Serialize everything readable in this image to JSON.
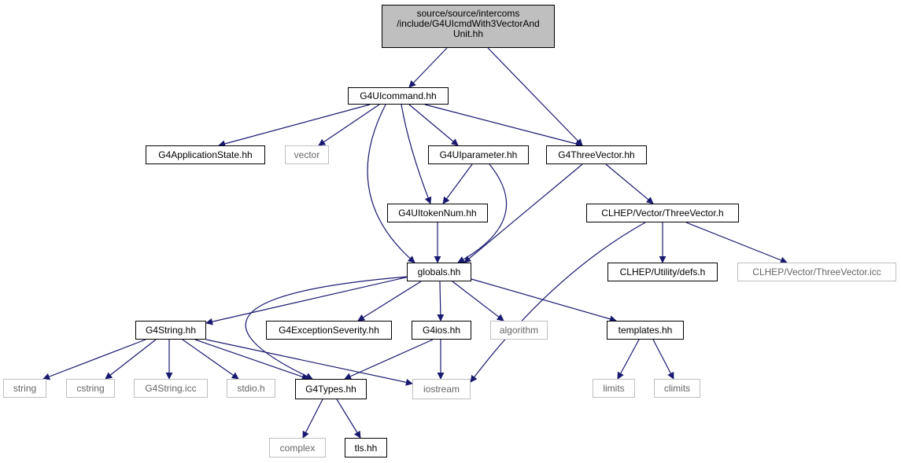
{
  "colors": {
    "edge": "#191970",
    "root_fill": "#bfbfbf",
    "external_border": "#bfbfbf",
    "external_text": "#666666"
  },
  "nodes": {
    "root": {
      "lines": [
        "source/source/intercoms",
        "/include/G4UIcmdWith3VectorAnd",
        "Unit.hh"
      ]
    },
    "g4uicommand": {
      "label": "G4UIcommand.hh"
    },
    "g4applicationstate": {
      "label": "G4ApplicationState.hh"
    },
    "vector": {
      "label": "vector"
    },
    "g4uiparameter": {
      "label": "G4UIparameter.hh"
    },
    "g4threevector": {
      "label": "G4ThreeVector.hh"
    },
    "g4uitokennum": {
      "label": "G4UItokenNum.hh"
    },
    "clhep_threevector": {
      "label": "CLHEP/Vector/ThreeVector.h"
    },
    "globals": {
      "label": "globals.hh"
    },
    "clhep_defs": {
      "label": "CLHEP/Utility/defs.h"
    },
    "clhep_threevector_icc": {
      "label": "CLHEP/Vector/ThreeVector.icc"
    },
    "g4string": {
      "label": "G4String.hh"
    },
    "g4exceptionseverity": {
      "label": "G4ExceptionSeverity.hh"
    },
    "g4ios": {
      "label": "G4ios.hh"
    },
    "algorithm": {
      "label": "algorithm"
    },
    "templates": {
      "label": "templates.hh"
    },
    "string": {
      "label": "string"
    },
    "cstring": {
      "label": "cstring"
    },
    "g4string_icc": {
      "label": "G4String.icc"
    },
    "stdio": {
      "label": "stdio.h"
    },
    "g4types": {
      "label": "G4Types.hh"
    },
    "iostream": {
      "label": "iostream"
    },
    "limits": {
      "label": "limits"
    },
    "climits": {
      "label": "climits"
    },
    "complex": {
      "label": "complex"
    },
    "tls": {
      "label": "tls.hh"
    }
  },
  "edges": [
    [
      "root",
      "g4uicommand"
    ],
    [
      "root",
      "g4threevector"
    ],
    [
      "g4uicommand",
      "g4applicationstate"
    ],
    [
      "g4uicommand",
      "vector"
    ],
    [
      "g4uicommand",
      "g4uiparameter"
    ],
    [
      "g4uicommand",
      "g4threevector"
    ],
    [
      "g4uicommand",
      "g4uitokennum"
    ],
    [
      "g4uicommand",
      "globals"
    ],
    [
      "g4uiparameter",
      "g4uitokennum"
    ],
    [
      "g4uiparameter",
      "globals"
    ],
    [
      "g4threevector",
      "clhep_threevector"
    ],
    [
      "g4threevector",
      "globals"
    ],
    [
      "g4uitokennum",
      "globals"
    ],
    [
      "clhep_threevector",
      "clhep_defs"
    ],
    [
      "clhep_threevector",
      "clhep_threevector_icc"
    ],
    [
      "clhep_threevector",
      "iostream"
    ],
    [
      "globals",
      "g4string"
    ],
    [
      "globals",
      "g4exceptionseverity"
    ],
    [
      "globals",
      "g4ios"
    ],
    [
      "globals",
      "algorithm"
    ],
    [
      "globals",
      "templates"
    ],
    [
      "globals",
      "g4types"
    ],
    [
      "g4string",
      "string"
    ],
    [
      "g4string",
      "cstring"
    ],
    [
      "g4string",
      "g4string_icc"
    ],
    [
      "g4string",
      "stdio"
    ],
    [
      "g4string",
      "g4types"
    ],
    [
      "g4string",
      "iostream"
    ],
    [
      "g4ios",
      "g4types"
    ],
    [
      "g4ios",
      "iostream"
    ],
    [
      "templates",
      "limits"
    ],
    [
      "templates",
      "climits"
    ],
    [
      "g4types",
      "complex"
    ],
    [
      "g4types",
      "tls"
    ]
  ]
}
